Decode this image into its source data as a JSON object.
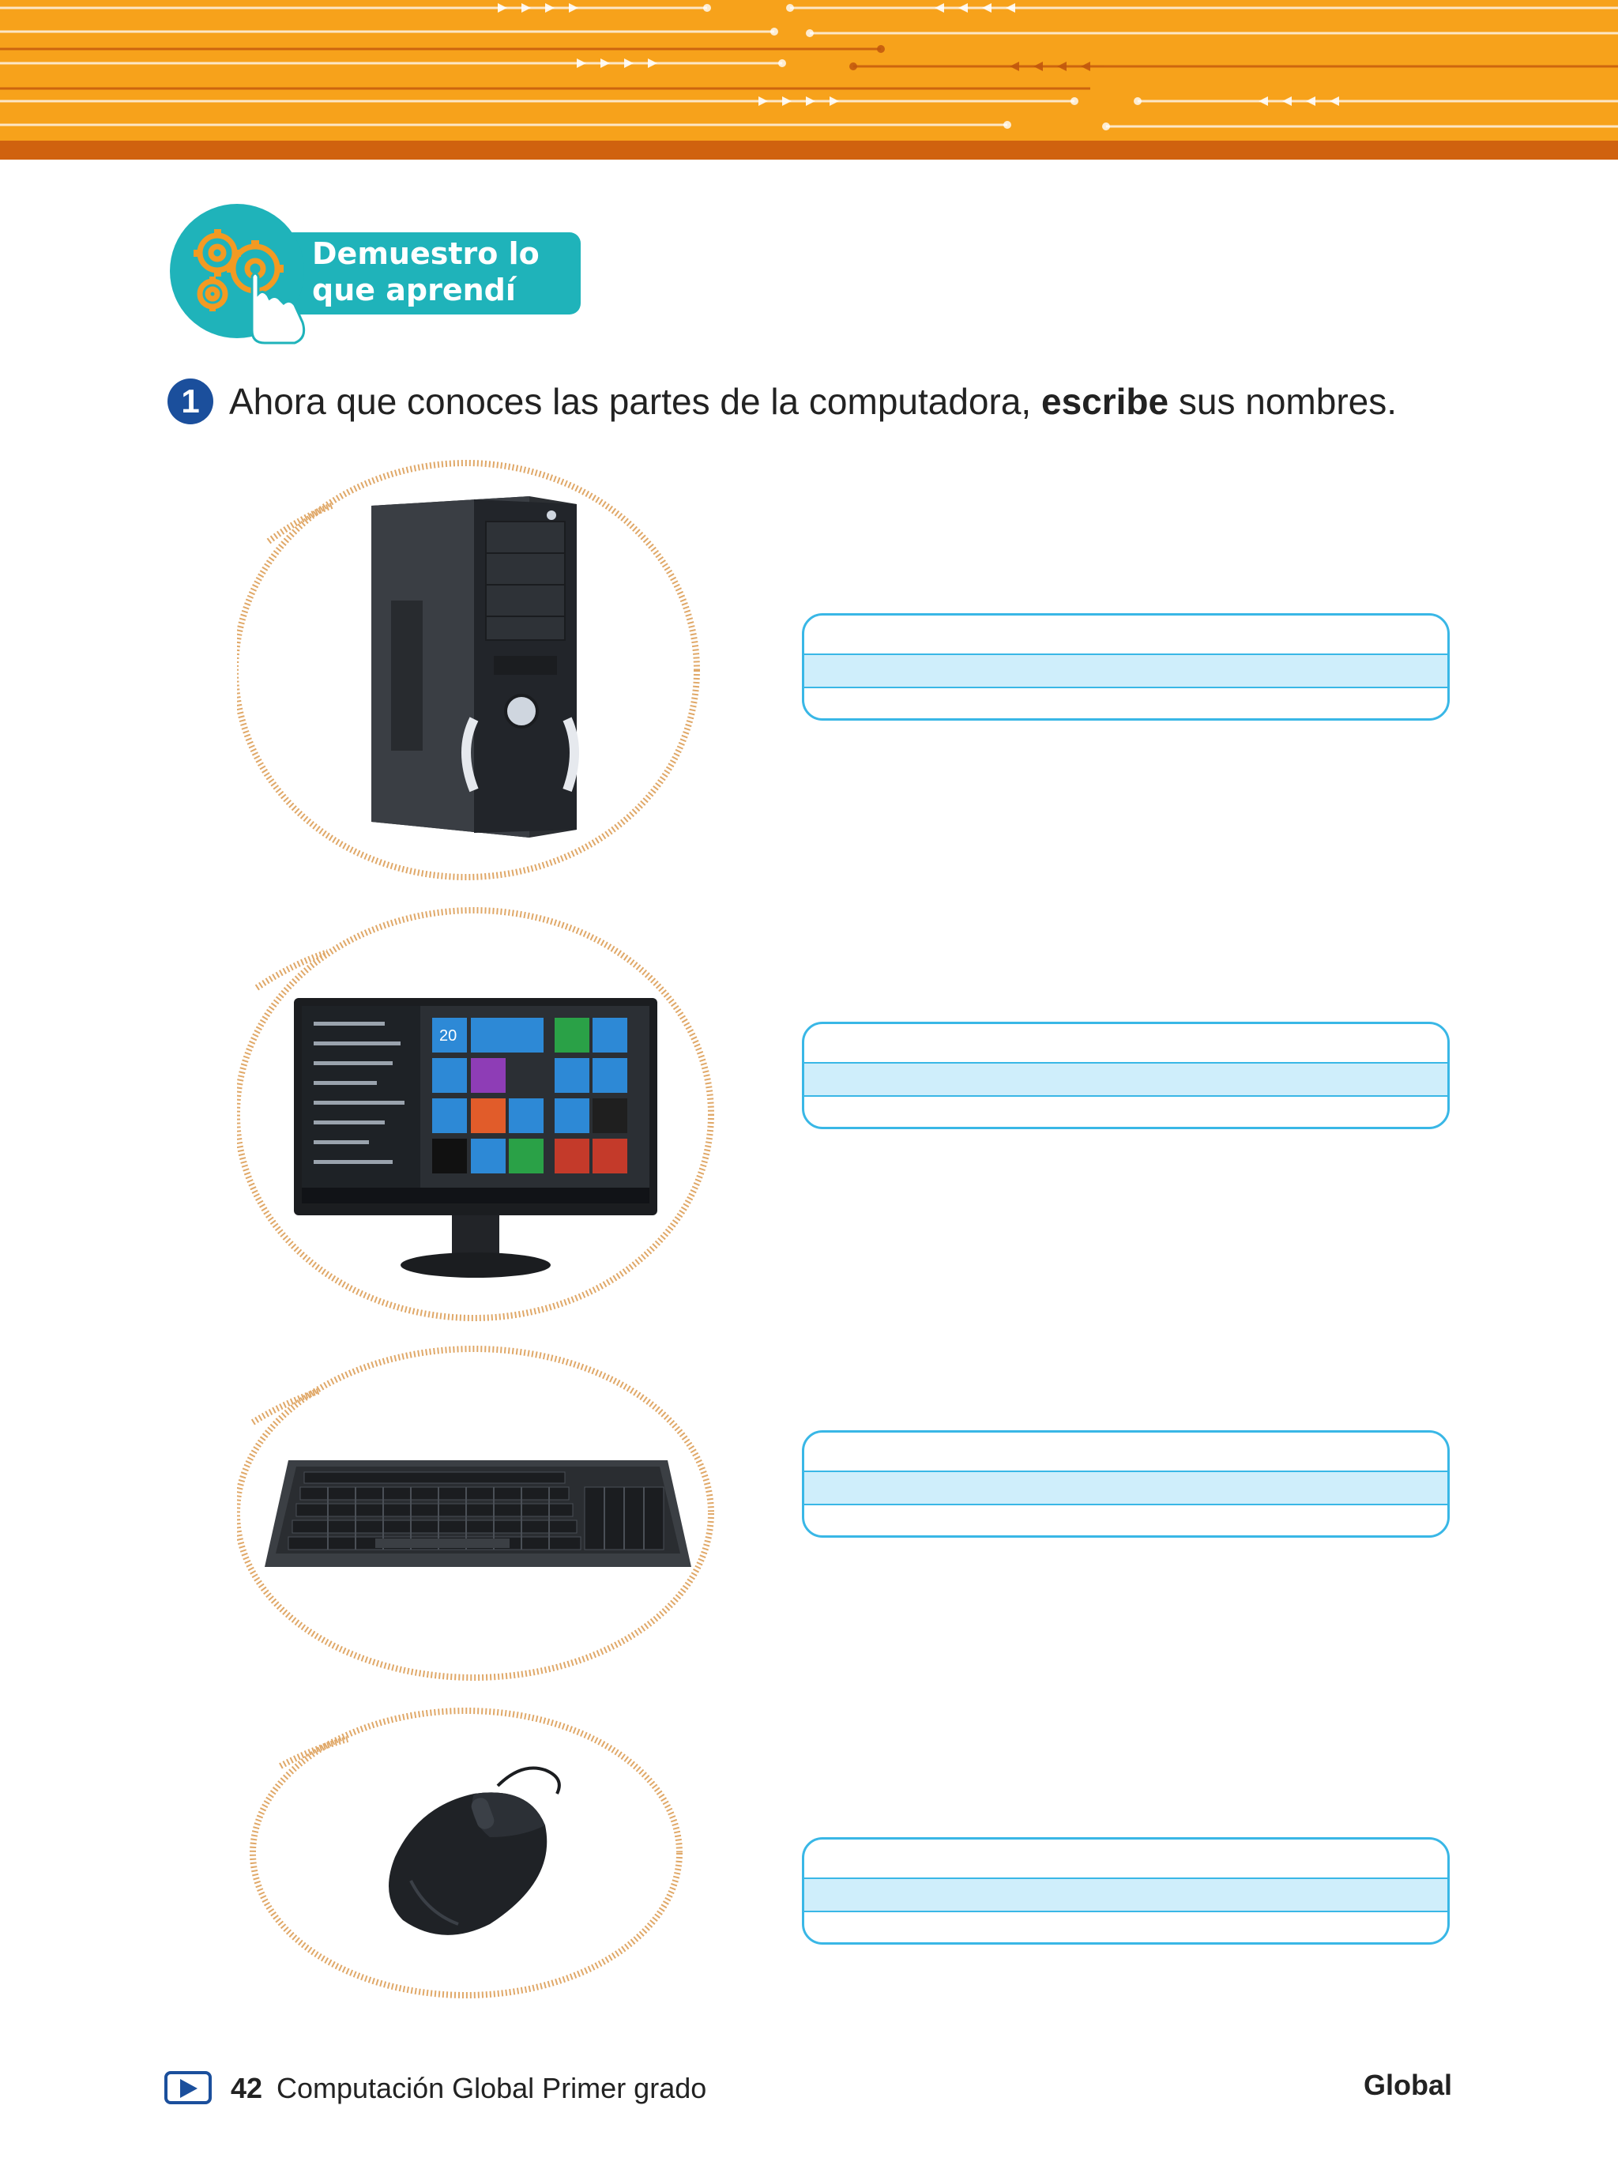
{
  "badge": {
    "line1": "Demuestro lo",
    "line2": "que aprendí"
  },
  "instruction": {
    "number": "1",
    "before": "Ahora que conoces las partes de la computadora, ",
    "bold": "escribe",
    "after": " sus nombres."
  },
  "items": [
    {
      "picture": "cpu-tower-icon"
    },
    {
      "picture": "monitor-icon",
      "screen_date": "20"
    },
    {
      "picture": "keyboard-icon"
    },
    {
      "picture": "mouse-icon"
    }
  ],
  "footer": {
    "page_number": "42",
    "book_title": "Computación Global Primer grado",
    "brand": "Global"
  },
  "colors": {
    "banner": "#f7a21b",
    "banner_dark": "#d0620f",
    "badge": "#1fb3ba",
    "number_circle": "#1b4f9c",
    "answer_border": "#39b7e6",
    "answer_band": "#cfeefb",
    "ring": "#e0a868"
  }
}
